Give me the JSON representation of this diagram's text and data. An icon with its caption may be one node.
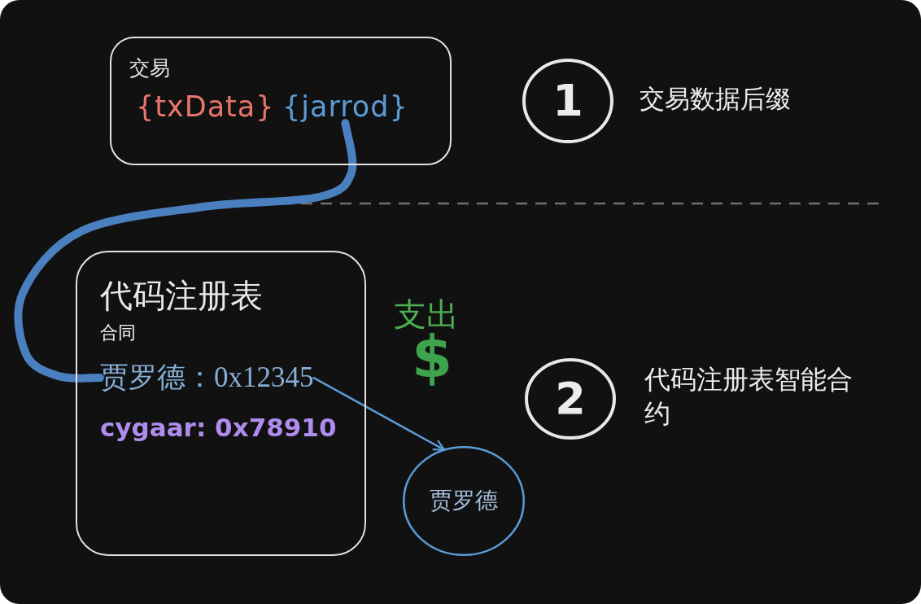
{
  "diagram": {
    "nodes": [
      {
        "text": [
          "交易",
          "{txData}"
        ]
      },
      {
        "text": [
          "{jarrod}"
        ],
        "in": 0
      },
      {
        "text": [
          "1"
        ],
        "beside": [
          "交易数据后缀"
        ]
      },
      {
        "text": [
          "代码注册表",
          "合同",
          "cygaar: 0x78910"
        ]
      },
      {
        "text": [
          "贾罗德：0x12345"
        ],
        "in": 3
      },
      {
        "text": [
          "贾罗德"
        ]
      },
      {
        "text": [
          "2"
        ],
        "beside": [
          "代码注册表智能合约"
        ]
      }
    ],
    "edges": [
      {
        "from": 1,
        "to": 4,
        "arrow": "none",
        "style": "thick",
        "color": "#4a80bf"
      },
      {
        "from": 4,
        "to": 5,
        "arrow": "to",
        "color": "#5b9bd5"
      }
    ],
    "labels": [
      "支出",
      "$"
    ]
  }
}
